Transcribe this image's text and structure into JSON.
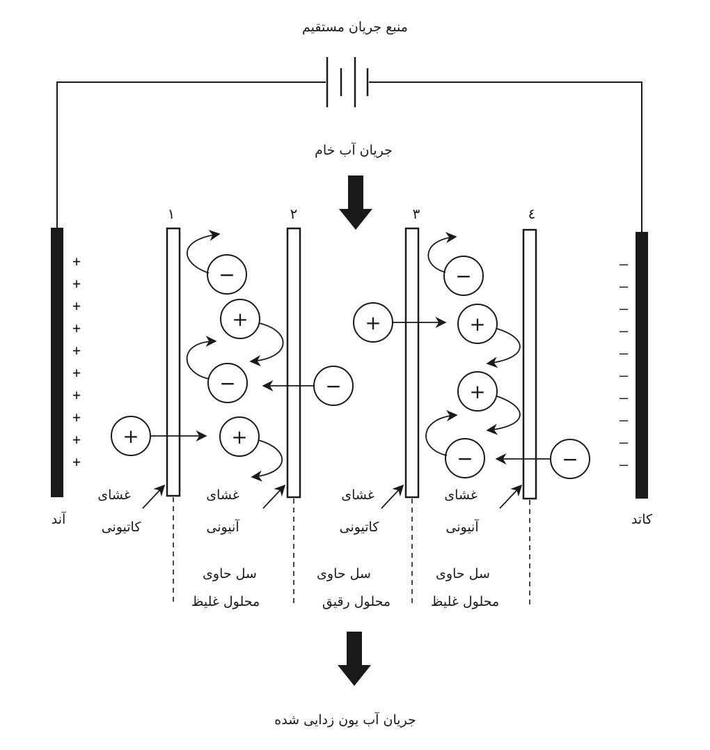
{
  "title": "منبع جریان مستقیم",
  "inflow_label": "جریان آب خام",
  "outflow_label": "جریان آب یون زدایی شده",
  "electrodes": {
    "anode_label": "آند",
    "cathode_label": "کاتد",
    "anode_sign": "+",
    "cathode_sign": "–"
  },
  "membranes": [
    {
      "number": "۱",
      "label_line1": "غشای",
      "label_line2": "کاتیونی"
    },
    {
      "number": "۲",
      "label_line1": "غشای",
      "label_line2": "آنیونی"
    },
    {
      "number": "۳",
      "label_line1": "غشای",
      "label_line2": "کاتیونی"
    },
    {
      "number": "٤",
      "label_line1": "غشای",
      "label_line2": "آنیونی"
    }
  ],
  "cells": [
    {
      "line1": "سل حاوی",
      "line2": "محلول غلیظ"
    },
    {
      "line1": "سل حاوی",
      "line2": "محلول رقیق"
    },
    {
      "line1": "سل حاوی",
      "line2": "محلول غلیظ"
    }
  ],
  "ion_symbols": {
    "cation": "+",
    "anion": "−"
  }
}
